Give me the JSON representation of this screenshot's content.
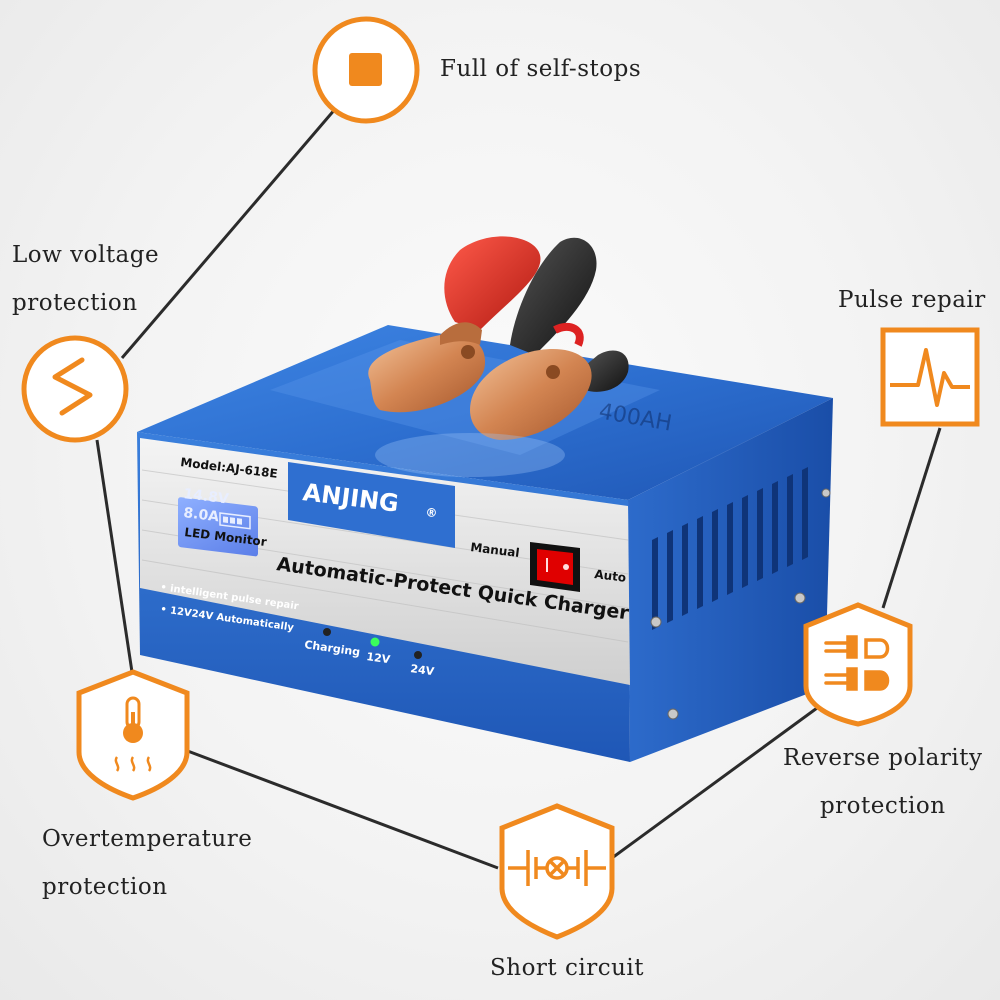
{
  "features": {
    "full_stop": "Full of self-stops",
    "low_voltage_1": "Low voltage",
    "low_voltage_2": "protection",
    "pulse_repair": "Pulse repair",
    "reverse_1": "Reverse polarity",
    "reverse_2": "protection",
    "overtemp_1": "Overtemperature",
    "overtemp_2": "protection",
    "short_circuit": "Short circuit"
  },
  "product": {
    "model": "Model:AJ-618E",
    "lcd_voltage": "14.8V",
    "lcd_current": "8.0A",
    "led_monitor": "LED Monitor",
    "brand": "ANJING",
    "brand_mark": "®",
    "manual": "Manual",
    "auto": "Auto",
    "title": "Automatic-Protect Quick Charger",
    "bullet1": "• intelligent pulse repair",
    "bullet2": "• 12V24V Automatically",
    "charging": "Charging",
    "v12": "12V",
    "v24": "24V",
    "top_label": "400AH"
  },
  "colors": {
    "accent": "#f0891e",
    "case_blue": "#2f6fd0",
    "line": "#2b2b2b"
  },
  "icons": [
    "stop-square-icon",
    "zigzag-icon",
    "pulse-wave-icon",
    "plug-polarity-icon",
    "thermometer-shield-icon",
    "circuit-shield-icon"
  ]
}
